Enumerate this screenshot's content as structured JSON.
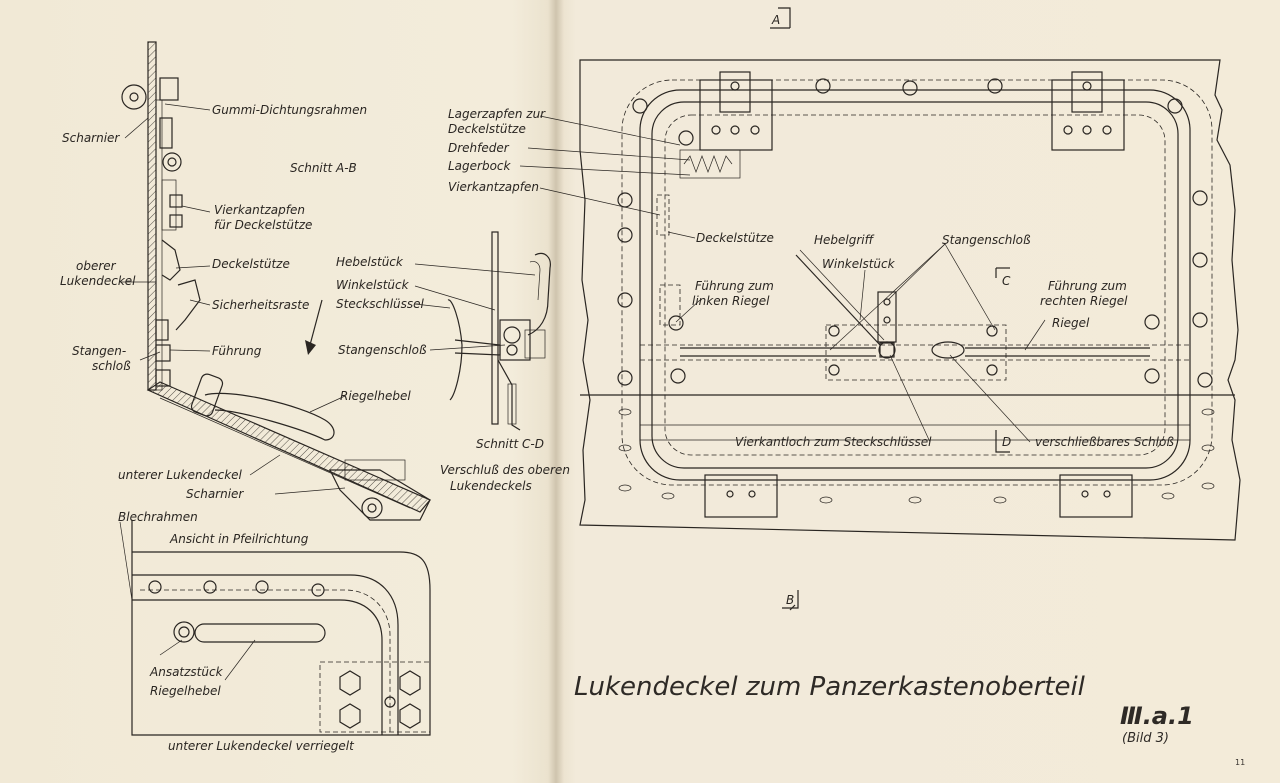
{
  "labels": {
    "gummi": "Gummi-Dichtungsrahmen",
    "scharnier_top": "Scharnier",
    "schnitt_ab": "Schnitt A-B",
    "vierkantzapfen_left_1": "Vierkantzapfen",
    "vierkantzapfen_left_2": "für Deckelstütze",
    "oberer_1": "oberer",
    "oberer_2": "Lukendeckel",
    "deckelstuetze_left": "Deckelstütze",
    "sicherheitsraste": "Sicherheitsraste",
    "stangen_1": "Stangen-",
    "stangen_2": "schloß",
    "fuehrung": "Führung",
    "riegelhebel": "Riegelhebel",
    "unterer_lukendeckel": "unterer Lukendeckel",
    "scharnier_bottom": "Scharnier",
    "hebelstueck": "Hebelstück",
    "winkelstueck_left": "Winkelstück",
    "steckschluessel": "Steckschlüssel",
    "stangenschloss_left": "Stangenschloß",
    "schnitt_cd": "Schnitt C-D",
    "verschluss_1": "Verschluß des oberen",
    "verschluss_2": "Lukendeckels",
    "blechrahmen": "Blechrahmen",
    "ansicht": "Ansicht in Pfeilrichtung",
    "ansatzstueck": "Ansatzstück",
    "riegelhebel_bottom": "Riegelhebel",
    "unterer_verriegelt": "unterer Lukendeckel verriegelt",
    "lagerzapfen_1": "Lagerzapfen zur",
    "lagerzapfen_2": "Deckelstütze",
    "drehfeder": "Drehfeder",
    "lagerbock": "Lagerbock",
    "vierkantzapfen_right": "Vierkantzapfen",
    "deckelstuetze_right": "Deckelstütze",
    "hebelgriff": "Hebelgriff",
    "winkelstueck_right": "Winkelstück",
    "stangenschloss_right": "Stangenschloß",
    "fuehrung_links_1": "Führung zum",
    "fuehrung_links_2": "linken Riegel",
    "fuehrung_rechts_1": "Führung zum",
    "fuehrung_rechts_2": "rechten Riegel",
    "riegel": "Riegel",
    "vierkantloch": "Vierkantloch zum Steckschlüssel",
    "verschliessbares": "verschließbares Schloß",
    "sec_a": "A",
    "sec_b": "B",
    "sec_c": "C",
    "sec_d": "D"
  },
  "title": "Lukendeckel zum Panzerkastenoberteil",
  "plate_code": "Ⅲ.a.1",
  "plate_sub": "(Bild 3)",
  "page_number": "11"
}
